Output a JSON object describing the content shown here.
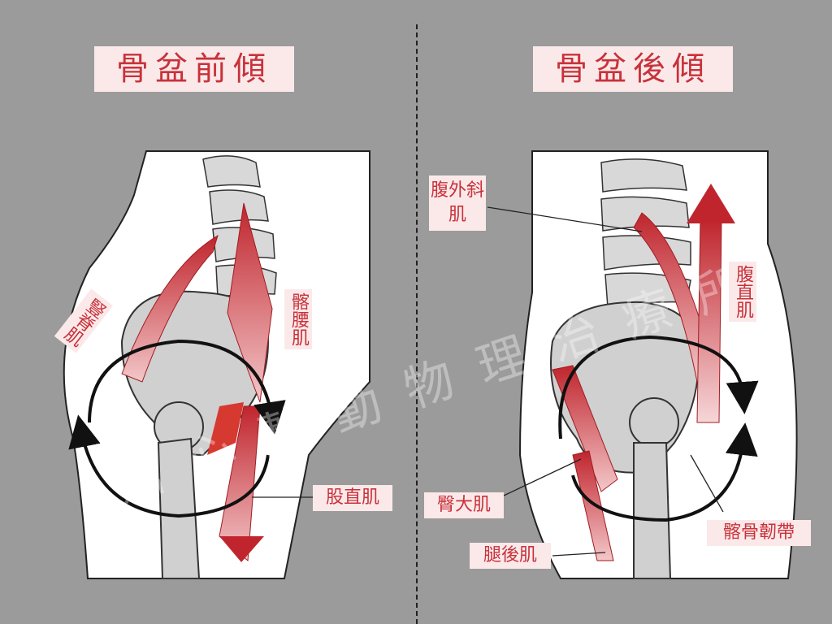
{
  "left_panel": {
    "title": "骨盆前傾",
    "labels": {
      "erector": "豎脊肌",
      "iliopsoas": "髂腰肌",
      "rectus_femoris": "股直肌"
    }
  },
  "right_panel": {
    "title": "骨盆後傾",
    "labels": {
      "external_oblique": "腹外斜肌",
      "rectus_abdominis": "腹直肌",
      "gluteus_maximus": "臀大肌",
      "hamstrings": "腿後肌",
      "iliofemoral_ligament": "髂骨韌帶"
    }
  },
  "watermark": "鼎心整動物理治療所",
  "colors": {
    "accent": "#c8323a",
    "label_bg": "#fbe9ea",
    "background": "#9b9b9b"
  }
}
